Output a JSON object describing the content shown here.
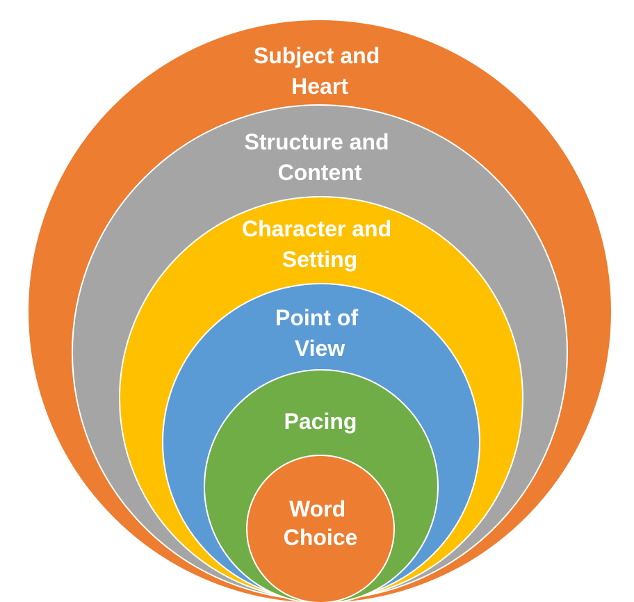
{
  "diagram": {
    "layers": [
      {
        "lines": [
          "Subject and",
          "Heart"
        ],
        "color": "#ED7D31"
      },
      {
        "lines": [
          "Structure and",
          "Content"
        ],
        "color": "#A5A5A5"
      },
      {
        "lines": [
          "Character and",
          "Setting"
        ],
        "color": "#FFC000"
      },
      {
        "lines": [
          "Point of",
          "View"
        ],
        "color": "#5B9BD5"
      },
      {
        "lines": [
          "Pacing"
        ],
        "color": "#70AD47"
      },
      {
        "lines": [
          "Word",
          "Choice"
        ],
        "color": "#ED7D31"
      }
    ]
  }
}
